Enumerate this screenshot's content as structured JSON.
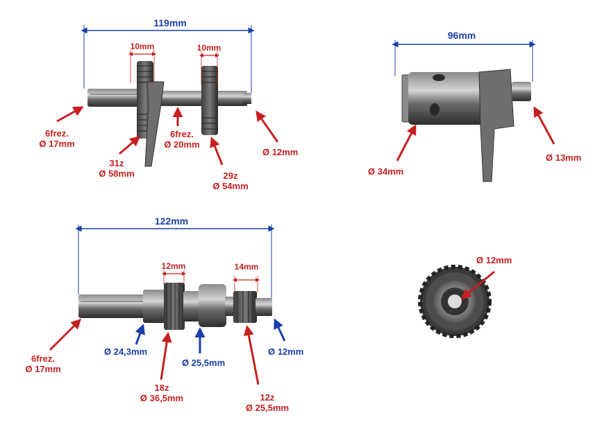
{
  "colors": {
    "dimension_blue": "#1a3fa8",
    "callout_red": "#c62020",
    "metal_dark": "#4a4a4a",
    "metal_light": "#b9b9b9"
  },
  "part1": {
    "overall_length": "119mm",
    "gear1_width": "10mm",
    "gear2_width": "10mm",
    "left_spline": [
      "6frez.",
      "Ø 17mm"
    ],
    "gear1": [
      "31z",
      "Ø 58mm"
    ],
    "mid_spline": [
      "6frez.",
      "Ø 20mm"
    ],
    "gear2": [
      "29z",
      "Ø 54mm"
    ],
    "right_end": "Ø 12mm"
  },
  "part2": {
    "overall_length": "96mm",
    "drum": "Ø 34mm",
    "right_end": "Ø 13mm"
  },
  "part3": {
    "overall_length": "122mm",
    "gear1_width": "12mm",
    "gear2_width": "14mm",
    "left_spline": [
      "6frez.",
      "Ø 17mm"
    ],
    "collar1": "Ø 24,3mm",
    "gear1": [
      "18z",
      "Ø 36,5mm"
    ],
    "collar2": "Ø 25,5mm",
    "gear2": [
      "12z",
      "Ø 25,5mm"
    ],
    "right_end": "Ø 12mm"
  },
  "part4": {
    "bore": "Ø 12mm"
  }
}
